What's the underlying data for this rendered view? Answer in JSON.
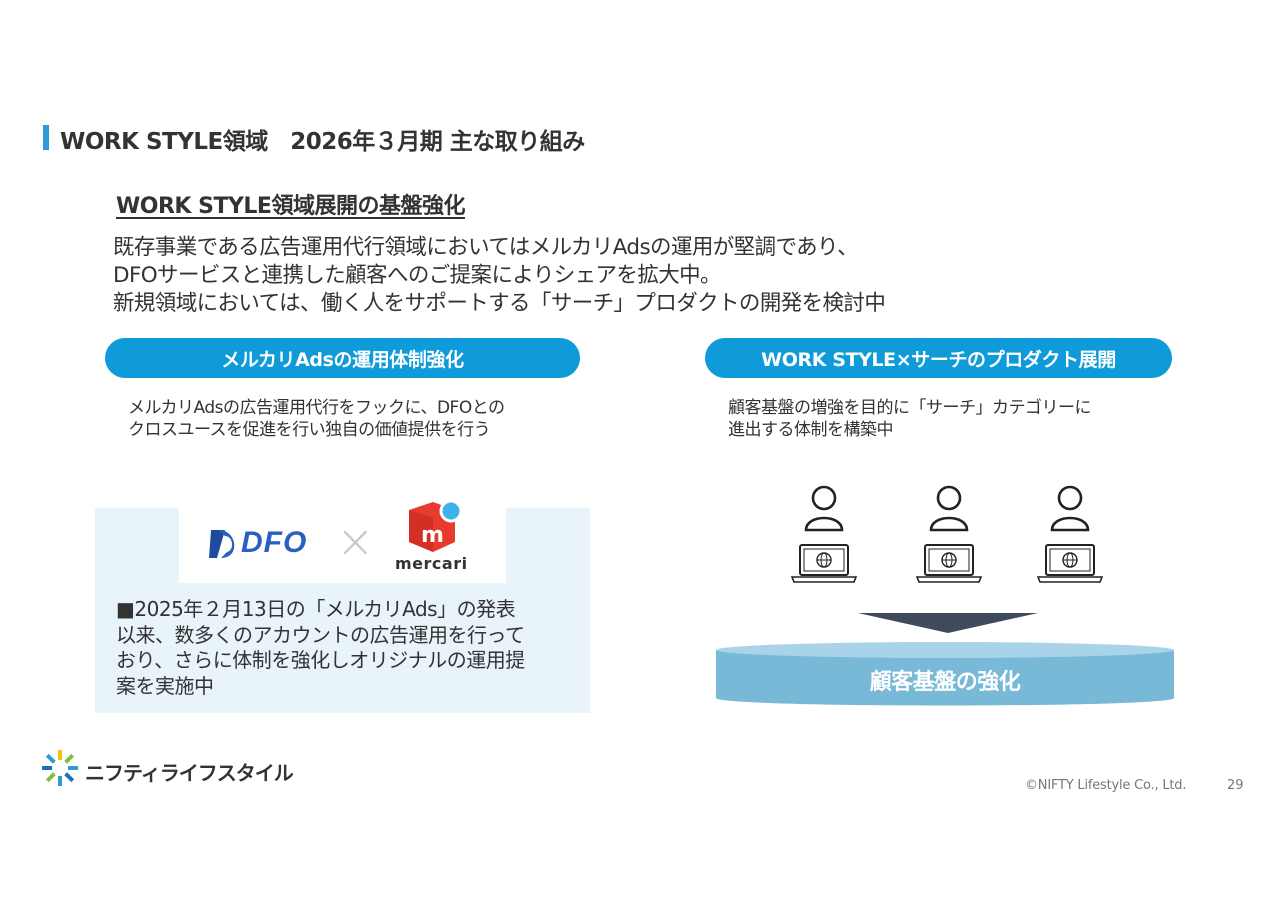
{
  "header": {
    "title": "WORK STYLE領域　2026年３月期 主な取り組み"
  },
  "section": {
    "heading": "WORK STYLE領域展開の基盤強化",
    "lead_lines": [
      "既存事業である広告運用代行領域においてはメルカリAdsの運用が堅調であり、",
      "DFOサービスと連携した顧客へのご提案によりシェアを拡大中。",
      "新規領域においては、働く人をサポートする「サーチ」プロダクトの開発を検討中"
    ]
  },
  "left": {
    "pill": "メルカリAdsの運用体制強化",
    "desc_lines": [
      "メルカリAdsの広告運用代行をフックに、DFOとの",
      "クロスユースを促進を行い独自の価値提供を行う"
    ],
    "logos": {
      "dfo": "DFO",
      "times": "×",
      "mercari_mark": "m",
      "mercari": "mercari"
    },
    "panel_lines": [
      "■2025年２月13日の「メルカリAds」の発表",
      "以来、数多くのアカウントの広告運用を行って",
      "おり、さらに体制を強化しオリジナルの運用提",
      "案を実施中"
    ]
  },
  "right": {
    "pill": "WORK STYLE×サーチのプロダクト展開",
    "desc_lines": [
      "顧客基盤の増強を目的に「サーチ」カテゴリーに",
      "進出する体制を構築中"
    ],
    "diagram": {
      "users": 3,
      "user_icon": "person-icon",
      "device_icon": "laptop-globe-icon",
      "base_label": "顧客基盤の強化"
    }
  },
  "footer": {
    "brand": "ニフティライフスタイル",
    "copyright": "©NIFTY Lifestyle Co., Ltd.",
    "page": "29"
  },
  "colors": {
    "accent": "#0f9bd9",
    "title_bar": "#2e9ad6",
    "panel_bg": "#e8f3fa",
    "base": "#78b9d8",
    "arrow": "#3f4a5c"
  }
}
